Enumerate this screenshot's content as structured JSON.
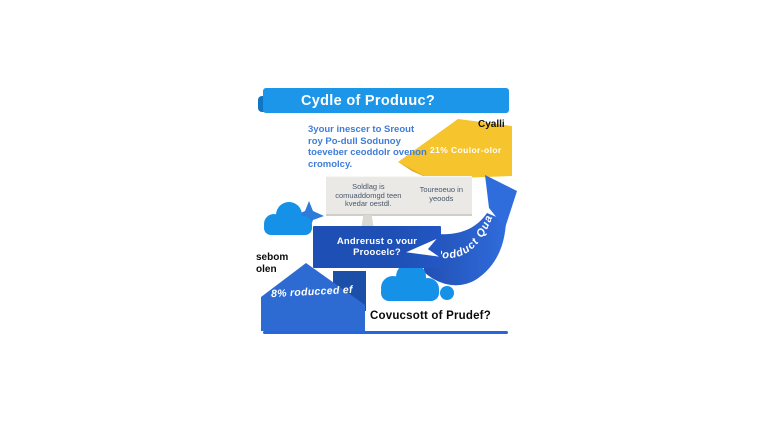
{
  "infographic": {
    "banner": {
      "title": "Cydle of Produuc?",
      "bg": "#1B96E8",
      "fold_color": "#0E76C2"
    },
    "intro": {
      "lines": [
        "3your inescer to Sreout",
        "roy Po-dull Sodunoy",
        "toeveber ceoddolr ovenon",
        "cromolcy."
      ],
      "color": "#3F7DD8"
    },
    "yellow_callout": {
      "label": "21% Coulor-olor",
      "fill": "#F6C42C",
      "shadow_fill": "#DFA31F"
    },
    "top_right_label": "Cyalli",
    "sign": {
      "col1_lines": [
        "Soldlag is",
        "comuaddomgd teen",
        "kvedar oestdl."
      ],
      "col2_lines": [
        "Toureoeuo in",
        "yeoods"
      ],
      "bg": "#EAE9E5"
    },
    "process_box": {
      "lines": [
        "Andrerust o vour",
        "Proocelc?"
      ],
      "bg": "#1E4FB4"
    },
    "ribbon": {
      "label": "Podduct Qual",
      "color_start": "#2250B4",
      "color_end": "#2F6CDC",
      "arrow_fill": "#2F6CDC"
    },
    "star": {
      "fill": "#2E7BDC"
    },
    "clouds": {
      "fill": "#1591E8"
    },
    "house": {
      "label": "8% roducced ef",
      "fill": "#2D6BD2",
      "chimney_fill": "#1C4FA8"
    },
    "left_label": {
      "lines": [
        "sebom",
        "olen"
      ]
    },
    "bottom_caption": "Covucsott of Prudef?",
    "divider_color": "#2366DD"
  }
}
